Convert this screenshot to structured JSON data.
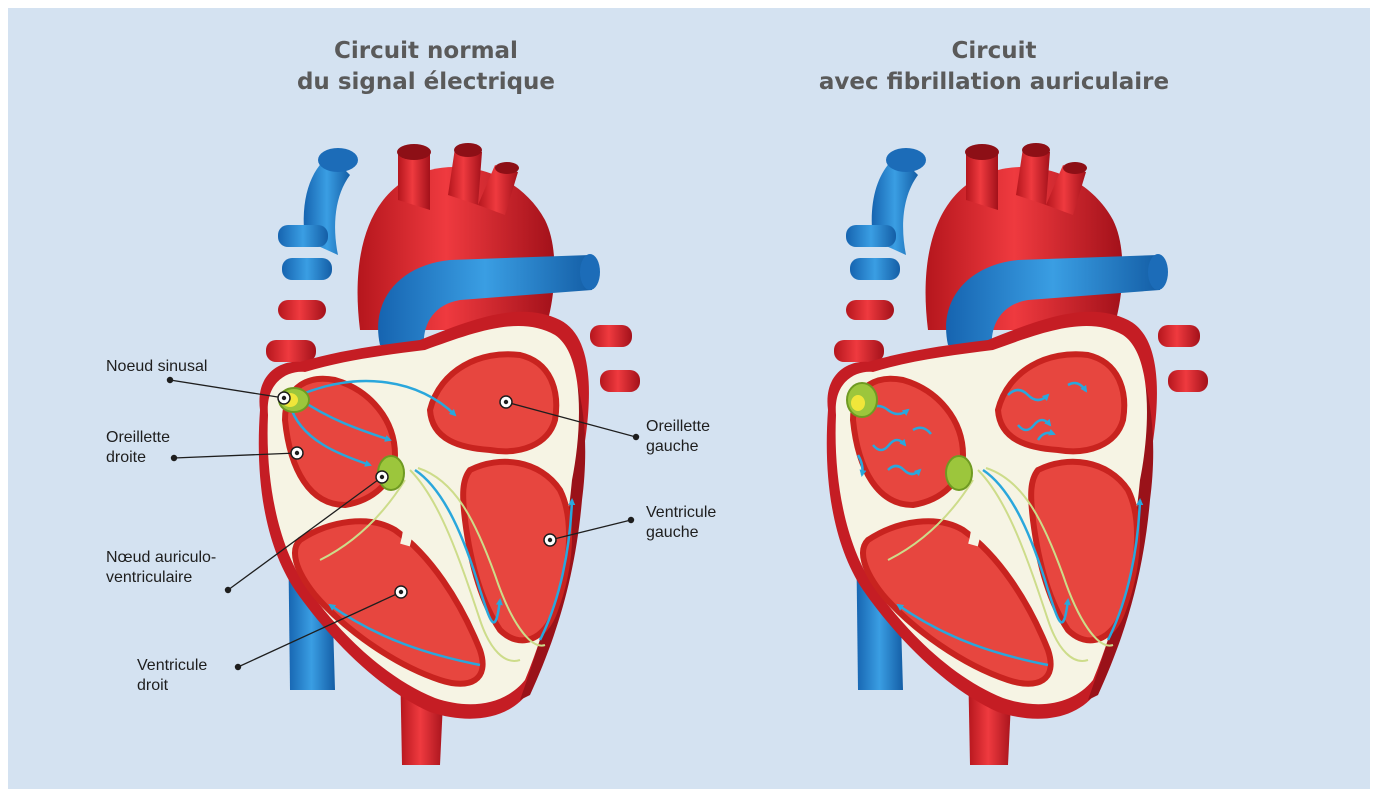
{
  "panels": [
    {
      "title_line1": "Circuit normal",
      "title_line2": "du signal électrique"
    },
    {
      "title_line1": "Circuit",
      "title_line2": "avec fibrillation auriculaire"
    }
  ],
  "labels": {
    "sinus_node": "Noeud sinusal",
    "right_atrium_line1": "Oreillette",
    "right_atrium_line2": "droite",
    "av_node_line1": "Nœud auriculo-",
    "av_node_line2": "ventriculaire",
    "right_ventricle_line1": "Ventricule",
    "right_ventricle_line2": "droit",
    "left_atrium_line1": "Oreillette",
    "left_atrium_line2": "gauche",
    "left_ventricle_line1": "Ventricule",
    "left_ventricle_line2": "gauche"
  },
  "colors": {
    "background": "#d4e2f1",
    "artery_red": "#d8262e",
    "vein_blue": "#2b8fd6",
    "chamber_red": "#e7463f",
    "wall_cream": "#f6f4e4",
    "node_green": "#9cc63c",
    "signal_blue": "#2aa7dc"
  }
}
